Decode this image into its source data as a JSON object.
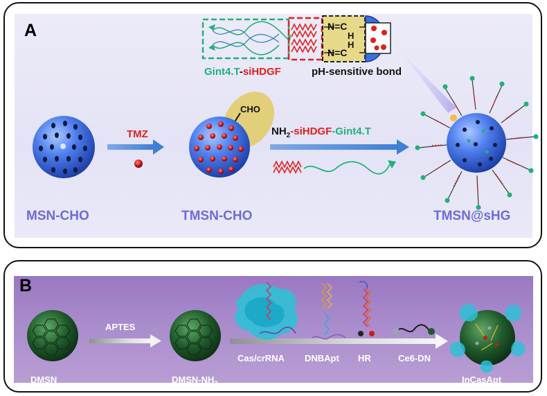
{
  "panel_a": {
    "letter": "A",
    "drug_label": "TMZ",
    "cho_label": "CHO",
    "imine_top": "N=C",
    "imine_h1": "H",
    "imine_h2": "H",
    "imine_bottom": "N=C",
    "legend_gint": "Gint4.T",
    "legend_dash": "-",
    "legend_sihdgf": "siHDGF",
    "legend_ph": "pH-sensitive bond",
    "reagent_nh": "NH",
    "reagent_sub": "2",
    "reagent_dash1": "-",
    "reagent_sihdgf": "siHDGF",
    "reagent_dash2": "-",
    "reagent_gint": "Gint4.T",
    "names": [
      "MSN-CHO",
      "TMSN-CHO",
      "TMSN@sHG"
    ],
    "colors": {
      "name": "#6e6ad8",
      "drug": "#e0201c",
      "aptamer": "#22b078",
      "sphere": "#3d6fe6"
    }
  },
  "panel_b": {
    "letter": "B",
    "step1": "APTES",
    "dmsn": "DMSN",
    "dmsn_nh": "DMSN-NH",
    "dmsn_nh_sub": "2",
    "components": [
      "Cas/crRNA",
      "DNBApt",
      "HR",
      "Ce6-DN"
    ],
    "product": "InCasApt",
    "colors": {
      "background": "#a98ccc",
      "core": "#1e5a2a"
    }
  }
}
